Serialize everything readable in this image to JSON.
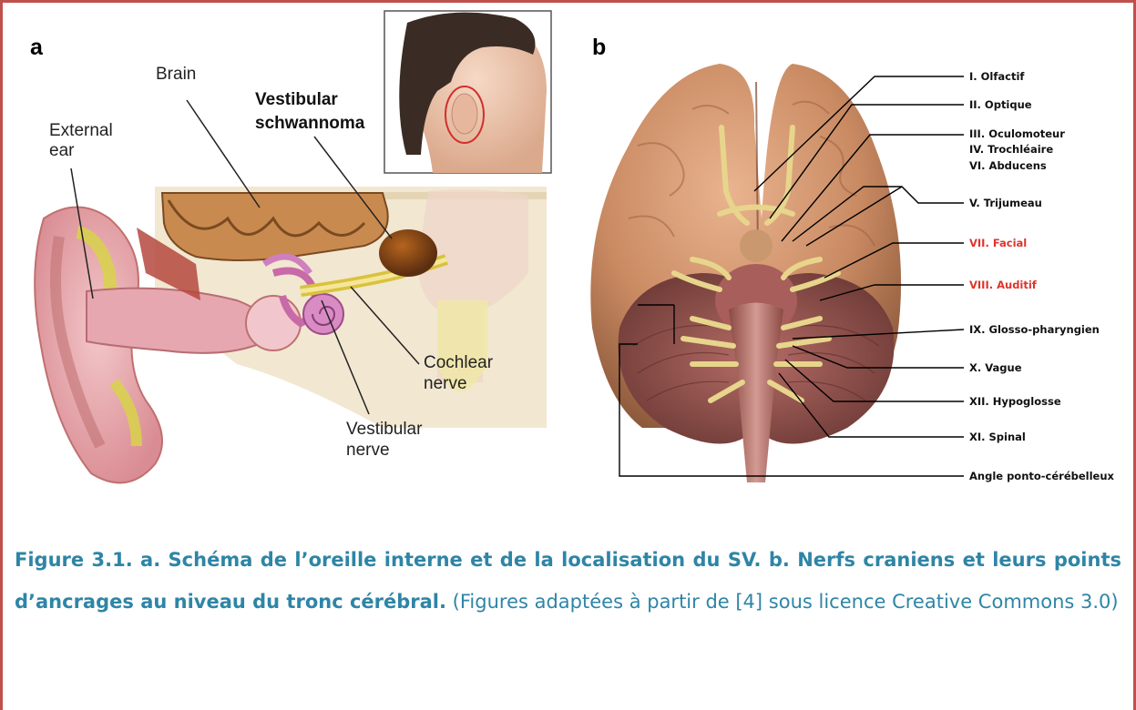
{
  "panel_a": {
    "letter": "a",
    "labels": {
      "brain": "Brain",
      "external_ear_1": "External",
      "external_ear_2": "ear",
      "vs_1": "Vestibular",
      "vs_2": "schwannoma",
      "cochlear_1": "Cochlear",
      "cochlear_2": "nerve",
      "vestibular_1": "Vestibular",
      "vestibular_2": "nerve"
    }
  },
  "panel_b": {
    "letter": "b",
    "nerves": {
      "n1": "I. Olfactif",
      "n2": "II. Optique",
      "n3": "III. Oculomoteur",
      "n4": "IV. Trochléaire",
      "n6": "VI. Abducens",
      "n5": "V. Trijumeau",
      "n7": "VII. Facial",
      "n8": "VIII. Auditif",
      "n9": "IX. Glosso-pharyngien",
      "n10": "X. Vague",
      "n12": "XII. Hypoglosse",
      "n11": "XI. Spinal",
      "angle": "Angle ponto-cérébelleux"
    },
    "highlight_color": "#e0332b"
  },
  "caption": {
    "bold": "Figure 3.1. a. Schéma de l’oreille interne et de la localisation du SV. b. Nerfs craniens et leurs points d’ancrages au niveau du tronc cérébral.",
    "normal": " (Figures adaptées à partir de [4] sous licence Creative Commons 3.0)"
  },
  "colors": {
    "frame": "#c0504d",
    "caption": "#2e85a6"
  }
}
